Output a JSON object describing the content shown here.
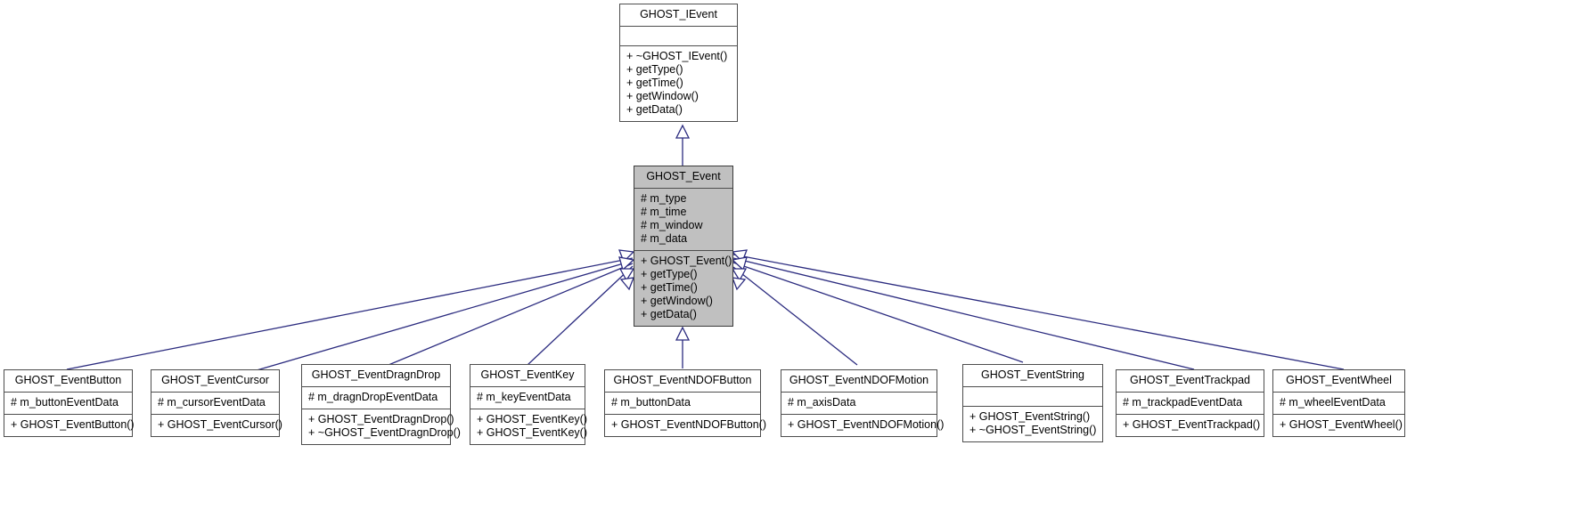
{
  "diagram": {
    "type": "uml-class-inheritance",
    "title": "GHOST_Event inheritance diagram",
    "colors": {
      "box_border": "#4d4d4d",
      "box_fill": "#ffffff",
      "highlight_fill": "#c0c0c0",
      "edge": "#2b2b7f",
      "text": "#000000"
    }
  },
  "classes": {
    "ievent": {
      "name": "GHOST_IEvent",
      "attributes": [],
      "operations": [
        "+ ~GHOST_IEvent()",
        "+ getType()",
        "+ getTime()",
        "+ getWindow()",
        "+ getData()"
      ]
    },
    "event": {
      "name": "GHOST_Event",
      "highlighted": true,
      "attributes": [
        "# m_type",
        "# m_time",
        "# m_window",
        "# m_data"
      ],
      "operations": [
        "+ GHOST_Event()",
        "+ getType()",
        "+ getTime()",
        "+ getWindow()",
        "+ getData()"
      ]
    },
    "derived": [
      {
        "name": "GHOST_EventButton",
        "attributes": [
          "# m_buttonEventData"
        ],
        "operations": [
          "+ GHOST_EventButton()"
        ]
      },
      {
        "name": "GHOST_EventCursor",
        "attributes": [
          "# m_cursorEventData"
        ],
        "operations": [
          "+ GHOST_EventCursor()"
        ]
      },
      {
        "name": "GHOST_EventDragnDrop",
        "attributes": [
          "# m_dragnDropEventData"
        ],
        "operations": [
          "+ GHOST_EventDragnDrop()",
          "+ ~GHOST_EventDragnDrop()"
        ]
      },
      {
        "name": "GHOST_EventKey",
        "attributes": [
          "# m_keyEventData"
        ],
        "operations": [
          "+ GHOST_EventKey()",
          "+ GHOST_EventKey()"
        ]
      },
      {
        "name": "GHOST_EventNDOFButton",
        "attributes": [
          "# m_buttonData"
        ],
        "operations": [
          "+ GHOST_EventNDOFButton()"
        ]
      },
      {
        "name": "GHOST_EventNDOFMotion",
        "attributes": [
          "# m_axisData"
        ],
        "operations": [
          "+ GHOST_EventNDOFMotion()"
        ]
      },
      {
        "name": "GHOST_EventString",
        "attributes": [],
        "operations": [
          "+ GHOST_EventString()",
          "+ ~GHOST_EventString()"
        ]
      },
      {
        "name": "GHOST_EventTrackpad",
        "attributes": [
          "# m_trackpadEventData"
        ],
        "operations": [
          "+ GHOST_EventTrackpad()"
        ]
      },
      {
        "name": "GHOST_EventWheel",
        "attributes": [
          "# m_wheelEventData"
        ],
        "operations": [
          "+ GHOST_EventWheel()"
        ]
      }
    ]
  }
}
